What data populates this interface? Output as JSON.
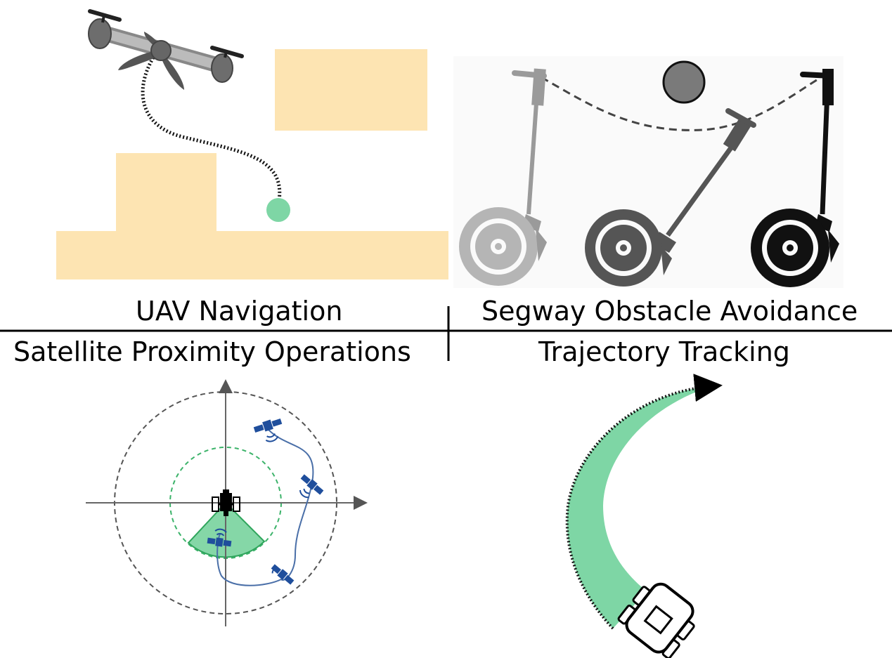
{
  "panels": {
    "uav": {
      "label": "UAV Navigation"
    },
    "segway": {
      "label": "Segway Obstacle Avoidance"
    },
    "satellite": {
      "label": "Satellite Proximity Operations"
    },
    "tracking": {
      "label": "Trajectory Tracking"
    }
  },
  "colors": {
    "obstacle_fill": "#fde4b2",
    "goal_green": "#7ed6a5",
    "sector_green": "#5cc98a",
    "satellite_blue": "#1f4e9c",
    "orbit_gray": "#555555",
    "segway_light": "#9a9a9a",
    "segway_mid": "#555555",
    "segway_dark": "#111111"
  },
  "icons": [
    "quadrotor-drone-icon",
    "segway-icon",
    "satellite-icon",
    "ground-robot-icon"
  ]
}
